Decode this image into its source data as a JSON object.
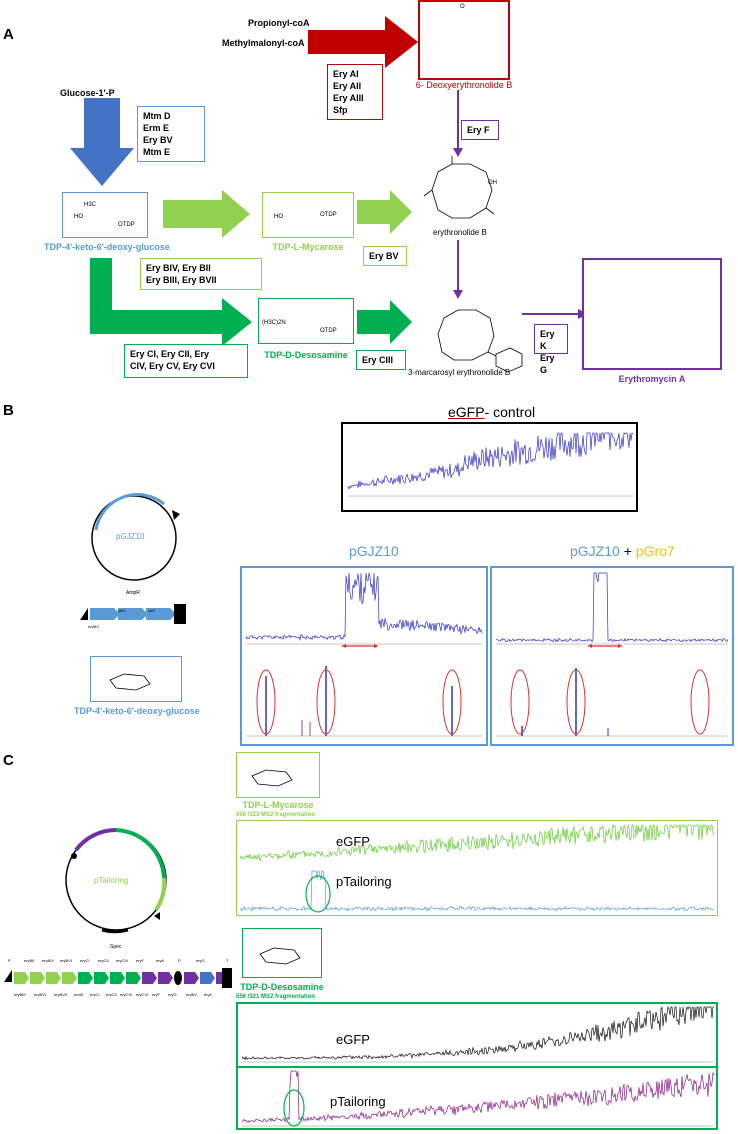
{
  "colors": {
    "red": "#c00000",
    "blue": "#4472c4",
    "light_blue": "#5b9bd5",
    "light_green": "#92d050",
    "dark_green": "#00b050",
    "purple": "#7030a0",
    "orange": "#ffc000",
    "chrom_blue": "#3030d0",
    "chrom_green": "#66cc33",
    "chrom_purple": "#8b1a8b",
    "chrom_black": "#111111"
  },
  "panel_a": {
    "letter": "A",
    "precursor_1": "Propionyl-coA",
    "precursor_2": "Methylmalonyl-coA",
    "precursor_glucose": "Glucose-1'-P",
    "enzymes_pks": [
      "Ery AI",
      "Ery AII",
      "Ery AIII",
      "Sfp"
    ],
    "enzymes_glucose": [
      "Mtm D",
      "Erm E",
      "Ery BV",
      "Mtm E"
    ],
    "enzyme_f": "Ery F",
    "enzymes_mycarose": [
      "Ery BIV, Ery BII",
      "Ery BIII, Ery BVII"
    ],
    "enzymes_desosamine": [
      "Ery CI, Ery CII, Ery",
      "CIV, Ery CV, Ery CVI"
    ],
    "enzyme_bv": "Ery BV",
    "enzyme_ciii": "Ery CIII",
    "enzymes_kg": [
      "Ery K",
      "Ery G"
    ],
    "mol_6deb": "6- Deoxyerythronolide B",
    "mol_tdp_keto": "TDP-4'-keto-6'-deoxy-glucose",
    "mol_mycarose": "TDP-L-Mycarose",
    "mol_desosamine": "TDP-D-Desosamine",
    "mol_erythronolide": "erythronolide B",
    "mol_marcarosyl": "3-marcarosyl erythronolide B",
    "mol_erythromycin": "Erythromycin A",
    "struct_otdp": "OTDP",
    "struct_ho": "HO",
    "struct_h3c": "H3C",
    "struct_nme2": "(H3C)2N",
    "struct_oh": "OH",
    "struct_o": "O"
  },
  "panel_b": {
    "letter": "B",
    "egfp_title_a": "eGFP",
    "egfp_title_b": "- control",
    "pgjz10_title": "pGJZ10",
    "pgjz10_pgro7_a": "pGJZ10",
    "pgjz10_pgro7_plus": " + ",
    "pgjz10_pgro7_b": "pGro7",
    "plasmid_name": "pGJZ10",
    "plasmid_marker": "AmpR",
    "cassette_genes": [
      "eryBV",
      "strD",
      "strE"
    ],
    "mol_label": "TDP-4'-keto-6'-deoxy-glucose"
  },
  "panel_c": {
    "letter": "C",
    "mycarose_label": "TDP-L-Mycarose",
    "mycarose_frag": "556 /323 MS2 fragmentation",
    "desosamine_label": "TDP-D-Desosamine",
    "desosamine_frag": "556 /321 MS2 fragmentation",
    "trace_egfp": "eGFP",
    "trace_ptailoring": "pTailoring",
    "plasmid_name": "pTailoring",
    "plasmid_marker": "Spec",
    "operon_genes": [
      "eryBIII",
      "eryBVI",
      "eryBVII",
      "ermE",
      "eryCI",
      "eryCII",
      "eryCIV",
      "eryCVI",
      "eryF",
      "eryG",
      "eryBV",
      "eryK"
    ],
    "operon_top_labels": [
      "P",
      "eryBII",
      "eryBIV",
      "eryBVI",
      "eryCI",
      "eryCII",
      "eryCIV",
      "eryF",
      "eryK",
      "P",
      "eryG",
      "T"
    ]
  }
}
